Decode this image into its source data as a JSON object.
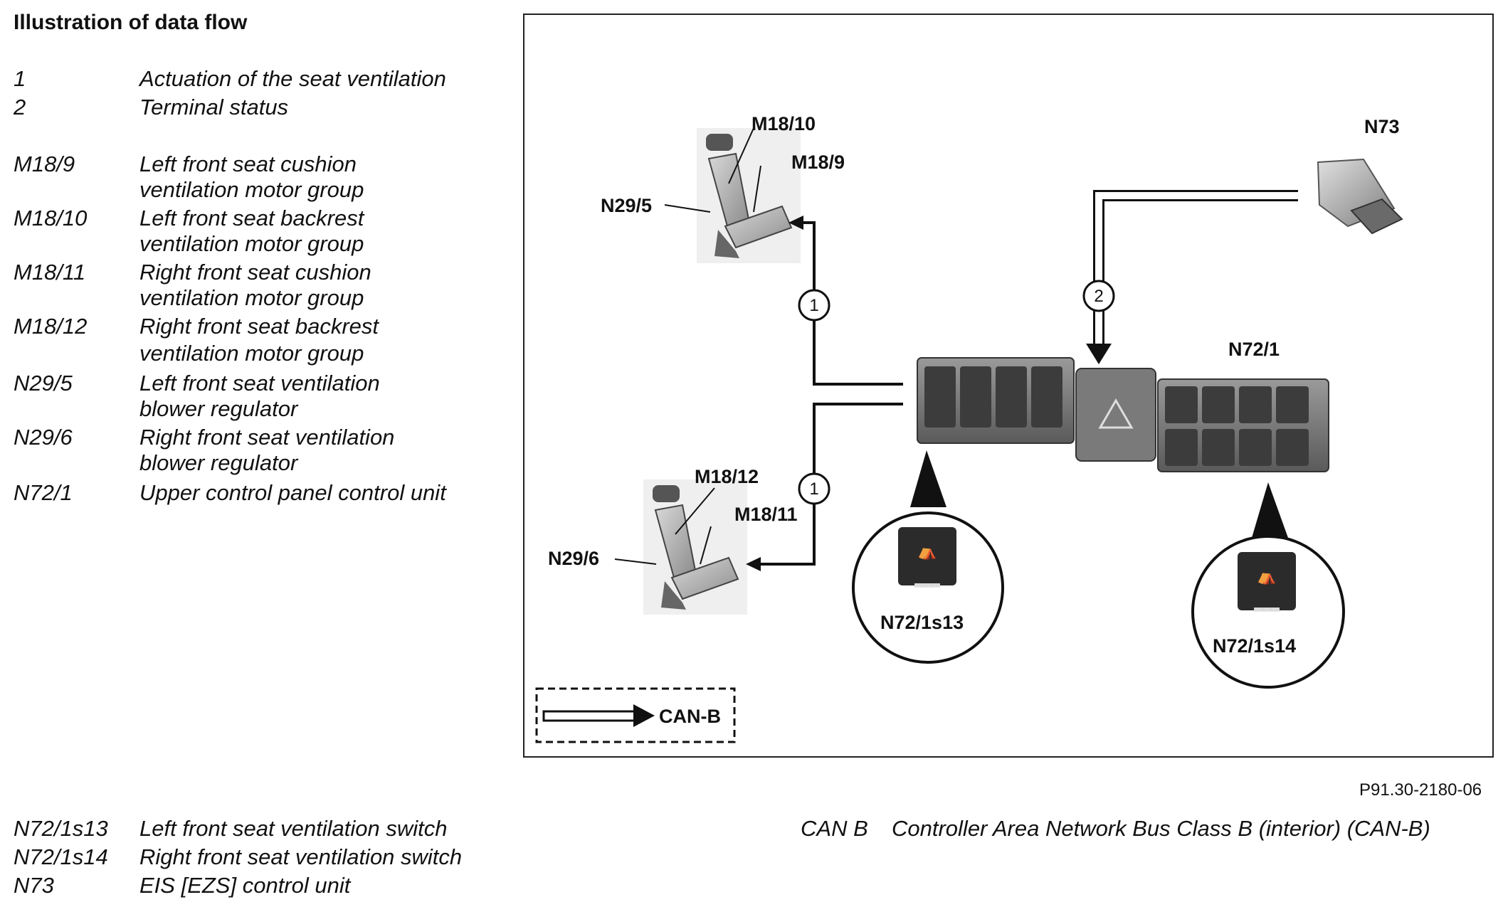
{
  "title": "Illustration of data flow",
  "legend_top": [
    {
      "code": "1",
      "desc": [
        "Actuation of the seat ventilation"
      ]
    },
    {
      "code": "2",
      "desc": [
        "Terminal status"
      ]
    },
    {
      "code": "M18/9",
      "desc": [
        "Left front seat cushion",
        "ventilation motor group"
      ]
    },
    {
      "code": "M18/10",
      "desc": [
        "Left front seat backrest",
        "ventilation motor group"
      ]
    },
    {
      "code": "M18/11",
      "desc": [
        "Right front seat cushion",
        "ventilation motor group"
      ]
    },
    {
      "code": "M18/12",
      "desc": [
        "Right front seat backrest",
        "ventilation motor group"
      ]
    },
    {
      "code": "N29/5",
      "desc": [
        "Left front seat ventilation",
        "blower regulator"
      ]
    },
    {
      "code": "N29/6",
      "desc": [
        "Right front seat ventilation",
        "blower regulator"
      ]
    },
    {
      "code": "N72/1",
      "desc": [
        "Upper control panel control unit"
      ]
    }
  ],
  "legend_bottom": [
    {
      "code": "N72/1s13",
      "desc": [
        "Left front seat ventilation switch"
      ]
    },
    {
      "code": "N72/1s14",
      "desc": [
        "Right front seat ventilation switch"
      ]
    },
    {
      "code": "N73",
      "desc": [
        "EIS [EZS] control unit"
      ]
    }
  ],
  "can_legend": {
    "code": "CAN B",
    "desc": "Controller Area Network Bus Class B (interior) (CAN-B)"
  },
  "figure_number": "P91.30-2180-06",
  "diagram": {
    "labels": {
      "m18_10": "M18/10",
      "m18_9": "M18/9",
      "n29_5": "N29/5",
      "m18_12": "M18/12",
      "m18_11": "M18/11",
      "n29_6": "N29/6",
      "n73": "N73",
      "n72_1": "N72/1",
      "n72_1s13": "N72/1s13",
      "n72_1s14": "N72/1s14",
      "can_b": "CAN-B"
    },
    "flow_numbers": {
      "flow1": "1",
      "flow2": "2"
    }
  }
}
